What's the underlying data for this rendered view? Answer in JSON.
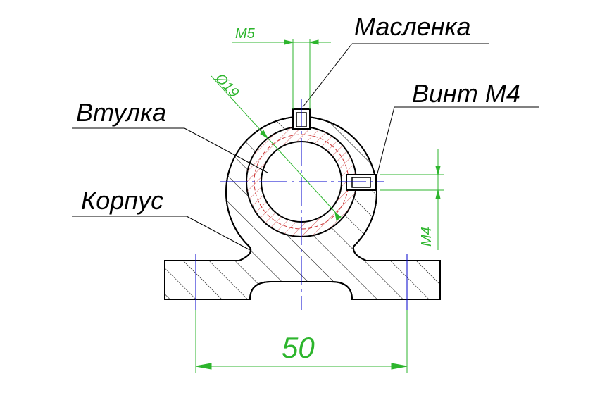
{
  "labels": {
    "maslenka": "Масленка",
    "vint": "Винт М4",
    "vtulka": "Втулка",
    "korpus": "Корпус"
  },
  "dimensions": {
    "m5": "М5",
    "d19": "Ø19",
    "m4": "М4",
    "width": "50"
  },
  "colors": {
    "outline": "#000000",
    "hatch": "#000000",
    "centerline": "#0000cc",
    "dimension": "#2db52d",
    "bushing_hatch": "#cc3333"
  }
}
